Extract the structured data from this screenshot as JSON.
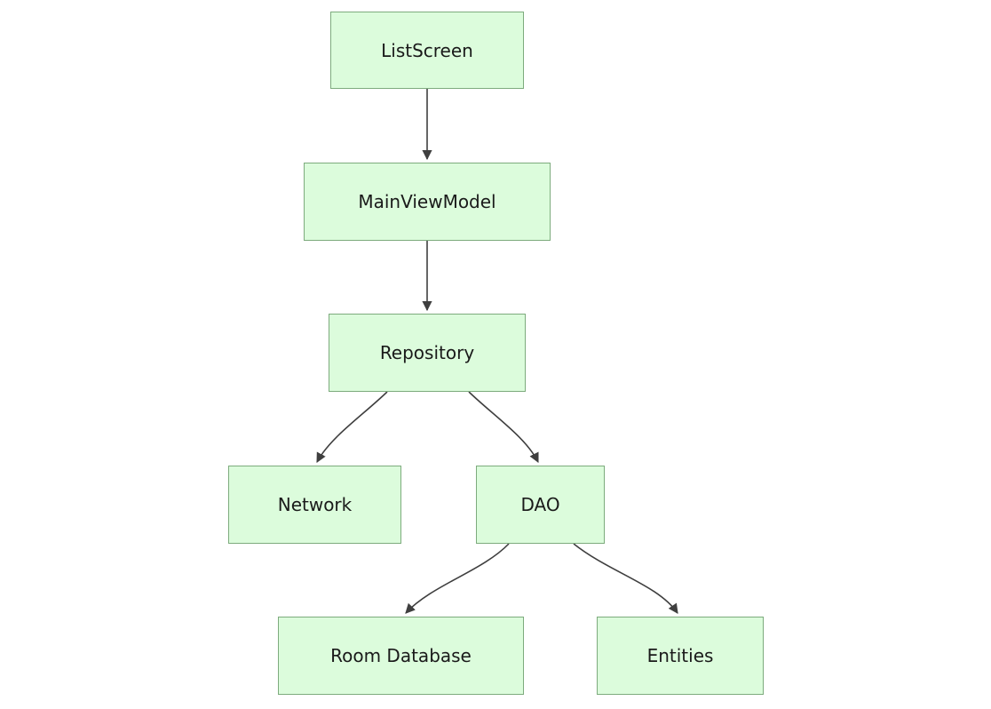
{
  "diagram": {
    "type": "flowchart",
    "direction": "top-down",
    "nodes": [
      {
        "id": "listscreen",
        "label": "ListScreen"
      },
      {
        "id": "mainviewmodel",
        "label": "MainViewModel"
      },
      {
        "id": "repository",
        "label": "Repository"
      },
      {
        "id": "network",
        "label": "Network"
      },
      {
        "id": "dao",
        "label": "DAO"
      },
      {
        "id": "roomdatabase",
        "label": "Room Database"
      },
      {
        "id": "entities",
        "label": "Entities"
      }
    ],
    "edges": [
      {
        "from": "ListScreen",
        "to": "MainViewModel"
      },
      {
        "from": "MainViewModel",
        "to": "Repository"
      },
      {
        "from": "Repository",
        "to": "Network"
      },
      {
        "from": "Repository",
        "to": "DAO"
      },
      {
        "from": "DAO",
        "to": "Room Database"
      },
      {
        "from": "DAO",
        "to": "Entities"
      }
    ],
    "colors": {
      "node_fill": "#dcfcdc",
      "node_border": "#7dab7d",
      "arrow": "#3f3f3f",
      "background": "#ffffff"
    }
  }
}
